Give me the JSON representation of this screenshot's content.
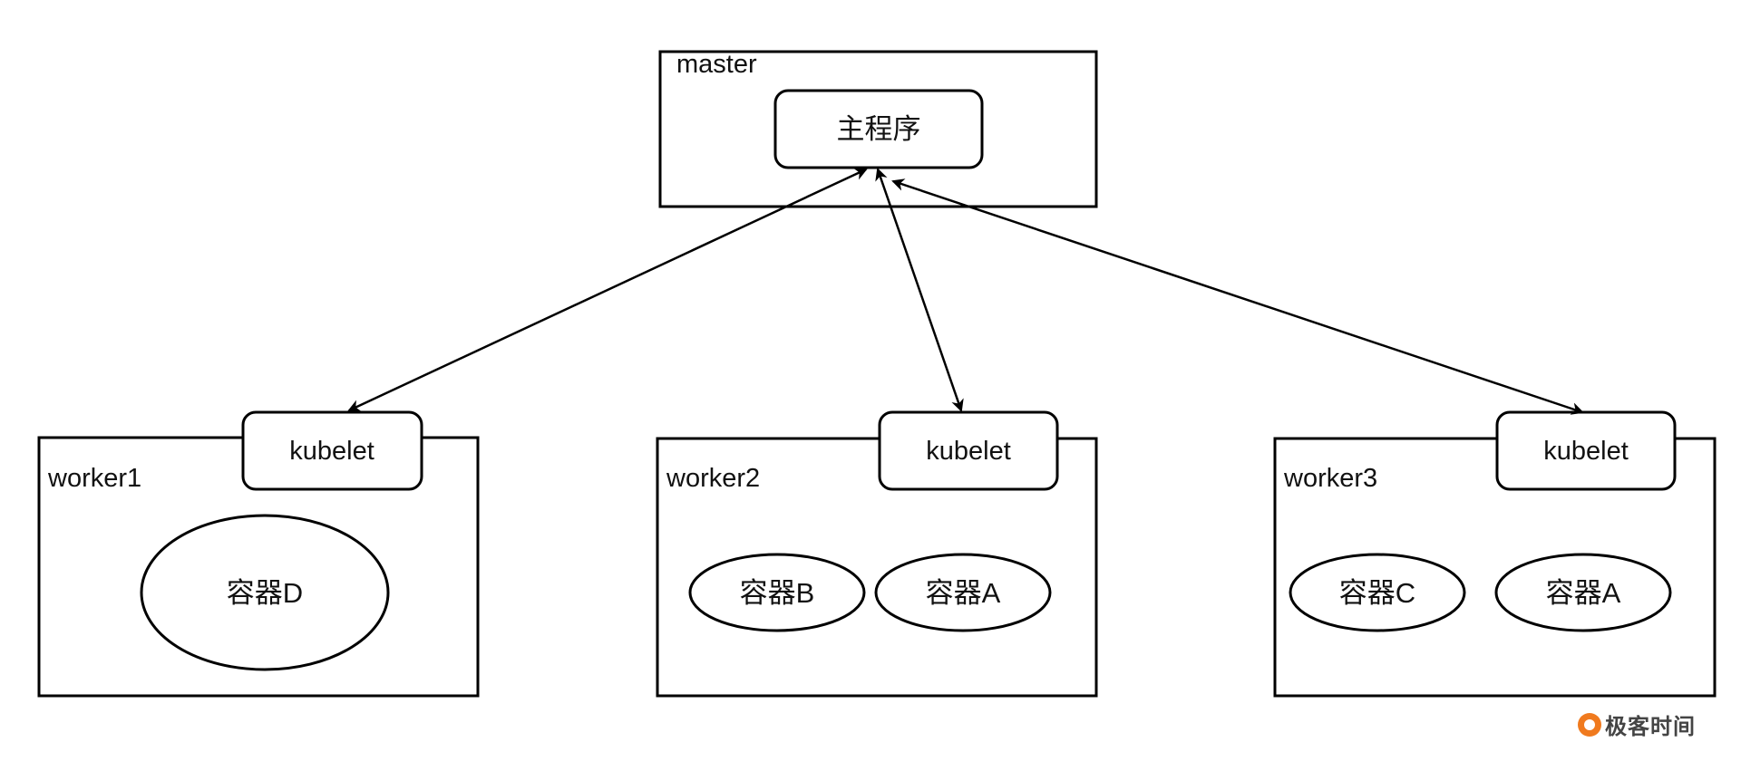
{
  "master": {
    "label": "master",
    "main_program": "主程序"
  },
  "workers": [
    {
      "label": "worker1",
      "agent": "kubelet",
      "containers": [
        "容器D"
      ]
    },
    {
      "label": "worker2",
      "agent": "kubelet",
      "containers": [
        "容器B",
        "容器A"
      ]
    },
    {
      "label": "worker3",
      "agent": "kubelet",
      "containers": [
        "容器C",
        "容器A"
      ]
    }
  ],
  "connections": [
    {
      "from": "主程序",
      "to": "worker1.kubelet",
      "direction": "bidirectional"
    },
    {
      "from": "主程序",
      "to": "worker2.kubelet",
      "direction": "bidirectional"
    },
    {
      "from": "主程序",
      "to": "worker3.kubelet",
      "direction": "bidirectional"
    }
  ],
  "watermark": {
    "text": "极客时间",
    "color": "#f07a1e"
  }
}
